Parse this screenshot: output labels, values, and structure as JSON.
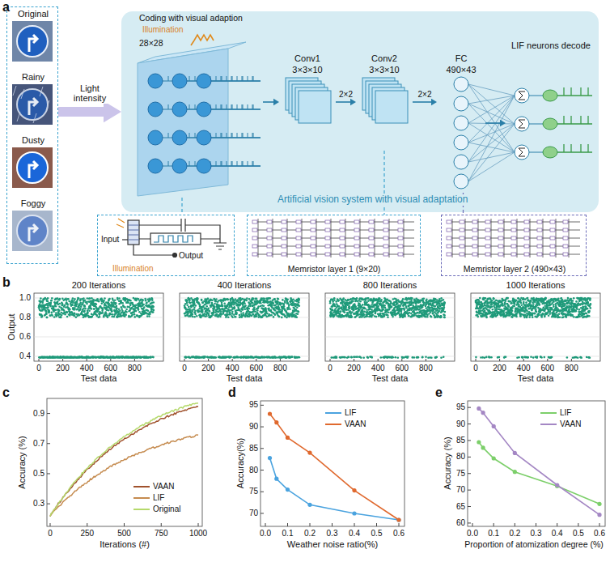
{
  "diagram": {
    "nodes": [
      {
        "text": [
          "Original",
          "Rainy",
          "Dusty",
          "Foggy"
        ]
      },
      {
        "text": [
          "Artificial vision system with visual adaptation"
        ]
      },
      {
        "text": [
          "Coding with visual adaption",
          "28×28"
        ],
        "in": 1
      },
      {
        "text": [
          "Conv1",
          "3×3×10"
        ],
        "in": 1
      },
      {
        "text": [
          "Conv2",
          "3×3×10"
        ],
        "in": 1
      },
      {
        "text": [
          "FC",
          "490×43"
        ],
        "in": 1
      },
      {
        "text": [
          "LIF neurons decode"
        ],
        "in": 1
      },
      {
        "text": [
          "Input",
          "Illumination",
          "Output"
        ]
      },
      {
        "text": [
          "Memristor layer 1 (9×20)"
        ]
      },
      {
        "text": [
          "Memristor layer 2 (490×43)"
        ]
      }
    ],
    "edges": [
      {
        "from": 0,
        "to": 1,
        "label": "Light intensity",
        "arrow": "to"
      },
      {
        "from": 2,
        "to": 3,
        "arrow": "to"
      },
      {
        "from": 3,
        "to": 4,
        "label": "2×2",
        "arrow": "to"
      },
      {
        "from": 4,
        "to": 5,
        "label": "2×2",
        "arrow": "to"
      },
      {
        "from": 5,
        "to": 6,
        "arrow": "to"
      },
      {
        "from": 2,
        "to": 7,
        "arrow": "none"
      },
      {
        "from": 4,
        "to": 8,
        "arrow": "none"
      },
      {
        "from": 5,
        "to": 9,
        "arrow": "none"
      }
    ],
    "labels": [
      "a",
      "Illumination",
      "b",
      "200 Iterations",
      "400 Iterations",
      "800 Iterations",
      "1000 Iterations",
      "Output",
      "1.0",
      "0.8",
      "0.6",
      "0.4",
      "0",
      "200",
      "400",
      "600",
      "800",
      "0",
      "200",
      "400",
      "600",
      "800",
      "0",
      "200",
      "400",
      "600",
      "800",
      "0",
      "200",
      "400",
      "600",
      "800",
      "Test data",
      "Test data",
      "Test data",
      "Test data",
      "c",
      "Accuracy (%)",
      "0.3",
      "0.5",
      "0.7",
      "0.9",
      "0",
      "250",
      "500",
      "750",
      "1000",
      "Iterations (#)",
      "d",
      "Accuracy(%)",
      "95",
      "90",
      "85",
      "80",
      "75",
      "70",
      "0.0",
      "0.1",
      "0.2",
      "0.3",
      "0.4",
      "0.5",
      "0.6",
      "Weather noise ratio(%)",
      "e",
      "Accuracy (%)",
      "95",
      "90",
      "85",
      "80",
      "75",
      "70",
      "65",
      "60",
      "0.0",
      "0.1",
      "0.2",
      "0.3",
      "0.4",
      "0.5",
      "0.6",
      "Proportion of atomization degree (%)"
    ],
    "legend": [
      {
        "text": "VAAN"
      },
      {
        "text": "LIF"
      },
      {
        "text": "Original"
      },
      {
        "text": "LIF"
      },
      {
        "text": "VAAN"
      },
      {
        "text": "LIF"
      },
      {
        "text": "VAAN"
      }
    ]
  }
}
